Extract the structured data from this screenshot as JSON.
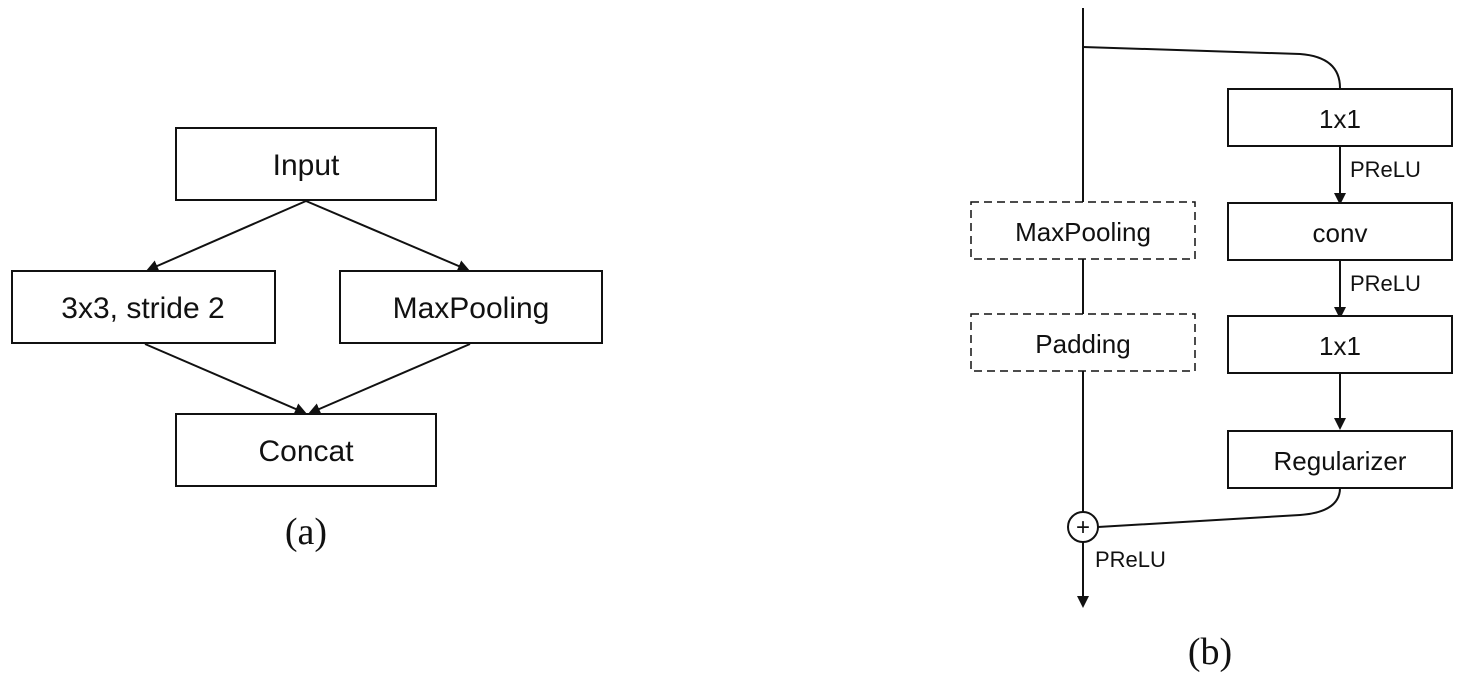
{
  "panel_a": {
    "input": "Input",
    "conv": "3x3, stride 2",
    "maxpool": "MaxPooling",
    "concat": "Concat",
    "caption": "(a)"
  },
  "panel_b": {
    "maxpool": "MaxPooling",
    "padding": "Padding",
    "conv1": "1x1",
    "conv": "conv",
    "conv2": "1x1",
    "regularizer": "Regularizer",
    "prelu_1": "PReLU",
    "prelu_2": "PReLU",
    "prelu_out": "PReLU",
    "add_symbol": "+",
    "caption": "(b)"
  }
}
